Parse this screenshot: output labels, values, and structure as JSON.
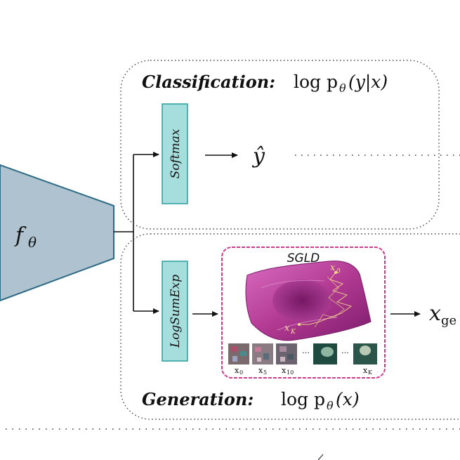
{
  "encoder": {
    "label": "f",
    "subscript": "θ"
  },
  "classification": {
    "title": "Classification:",
    "formula": "log p",
    "formula_sub": "θ",
    "formula_tail": "(y|x)",
    "module": "Softmax",
    "output": "ŷ"
  },
  "generation": {
    "title": "Generation:",
    "formula": "log p",
    "formula_sub": "θ",
    "formula_tail": "(x)",
    "module": "LogSumExp",
    "sampler": "SGLD",
    "output": "x",
    "output_sub": "ge",
    "landscape_labels": {
      "start": "x",
      "start_sub": "0",
      "end": "x",
      "end_sub": "K"
    },
    "samples": [
      {
        "label": "x",
        "sub": "0"
      },
      {
        "label": "x",
        "sub": "5"
      },
      {
        "label": "x",
        "sub": "10"
      },
      {
        "label": "…",
        "sub": ""
      },
      {
        "label": "…",
        "sub": ""
      },
      {
        "label": "x",
        "sub": "K"
      }
    ]
  },
  "colors": {
    "encoder_fill": "#aec3cf",
    "encoder_stroke": "#2d6b86",
    "module_fill": "#a6dede",
    "module_stroke": "#2a9d9d",
    "sgld_border": "#d03a8a",
    "landscape": "#b7368e"
  }
}
